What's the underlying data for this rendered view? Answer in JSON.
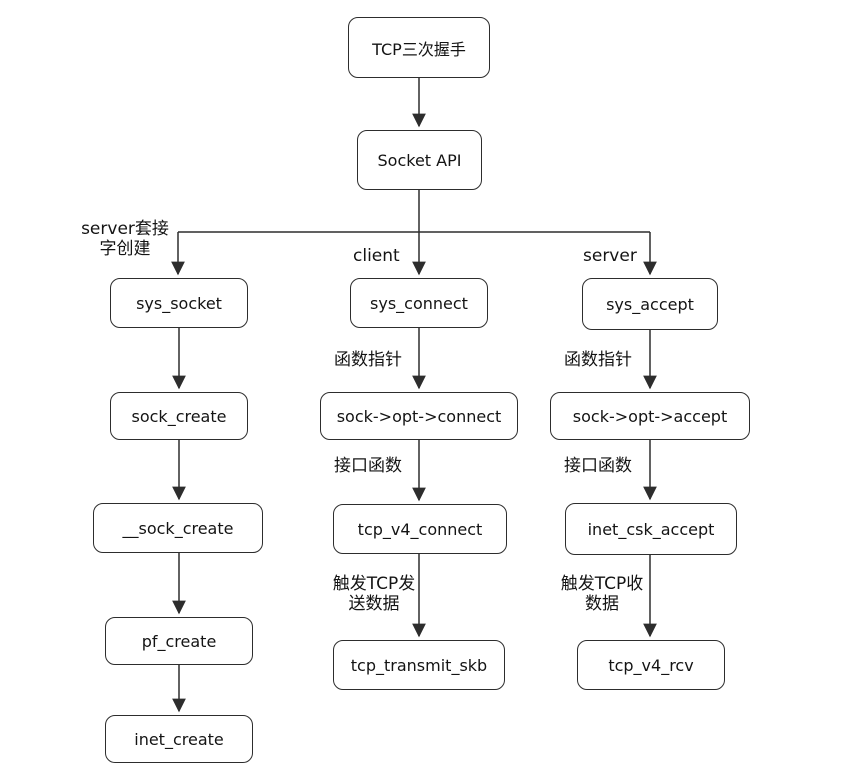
{
  "diagram": {
    "background_color": "#ffffff",
    "line_color": "#2d2d2d",
    "nodes": [
      {
        "id": "tcp-handshake",
        "label": "TCP三次握手"
      },
      {
        "id": "socket-api",
        "label": "Socket API"
      },
      {
        "id": "sys-socket",
        "label": "sys_socket"
      },
      {
        "id": "sock-create",
        "label": "sock_create"
      },
      {
        "id": "sock-create-inner",
        "label": "__sock_create"
      },
      {
        "id": "pf-create",
        "label": "pf_create"
      },
      {
        "id": "inet-create",
        "label": "inet_create"
      },
      {
        "id": "sys-connect",
        "label": "sys_connect"
      },
      {
        "id": "sock-opt-connect",
        "label": "sock->opt->connect"
      },
      {
        "id": "tcp-v4-connect",
        "label": "tcp_v4_connect"
      },
      {
        "id": "tcp-transmit-skb",
        "label": "tcp_transmit_skb"
      },
      {
        "id": "sys-accept",
        "label": "sys_accept"
      },
      {
        "id": "sock-opt-accept",
        "label": "sock->opt->accept"
      },
      {
        "id": "inet-csk-accept",
        "label": "inet_csk_accept"
      },
      {
        "id": "tcp-v4-rcv",
        "label": "tcp_v4_rcv"
      }
    ],
    "edge_labels": {
      "server_socket_create": {
        "line1": "server套接",
        "line2": "字创建"
      },
      "client": "client",
      "server": "server",
      "func_pointer_connect": "函数指针",
      "func_pointer_accept": "函数指针",
      "interface_func_connect": "接口函数",
      "interface_func_accept": "接口函数",
      "trigger_send": {
        "line1": "触发TCP发",
        "line2": "送数据"
      },
      "trigger_recv": {
        "line1": "触发TCP收",
        "line2": "数据"
      }
    }
  }
}
